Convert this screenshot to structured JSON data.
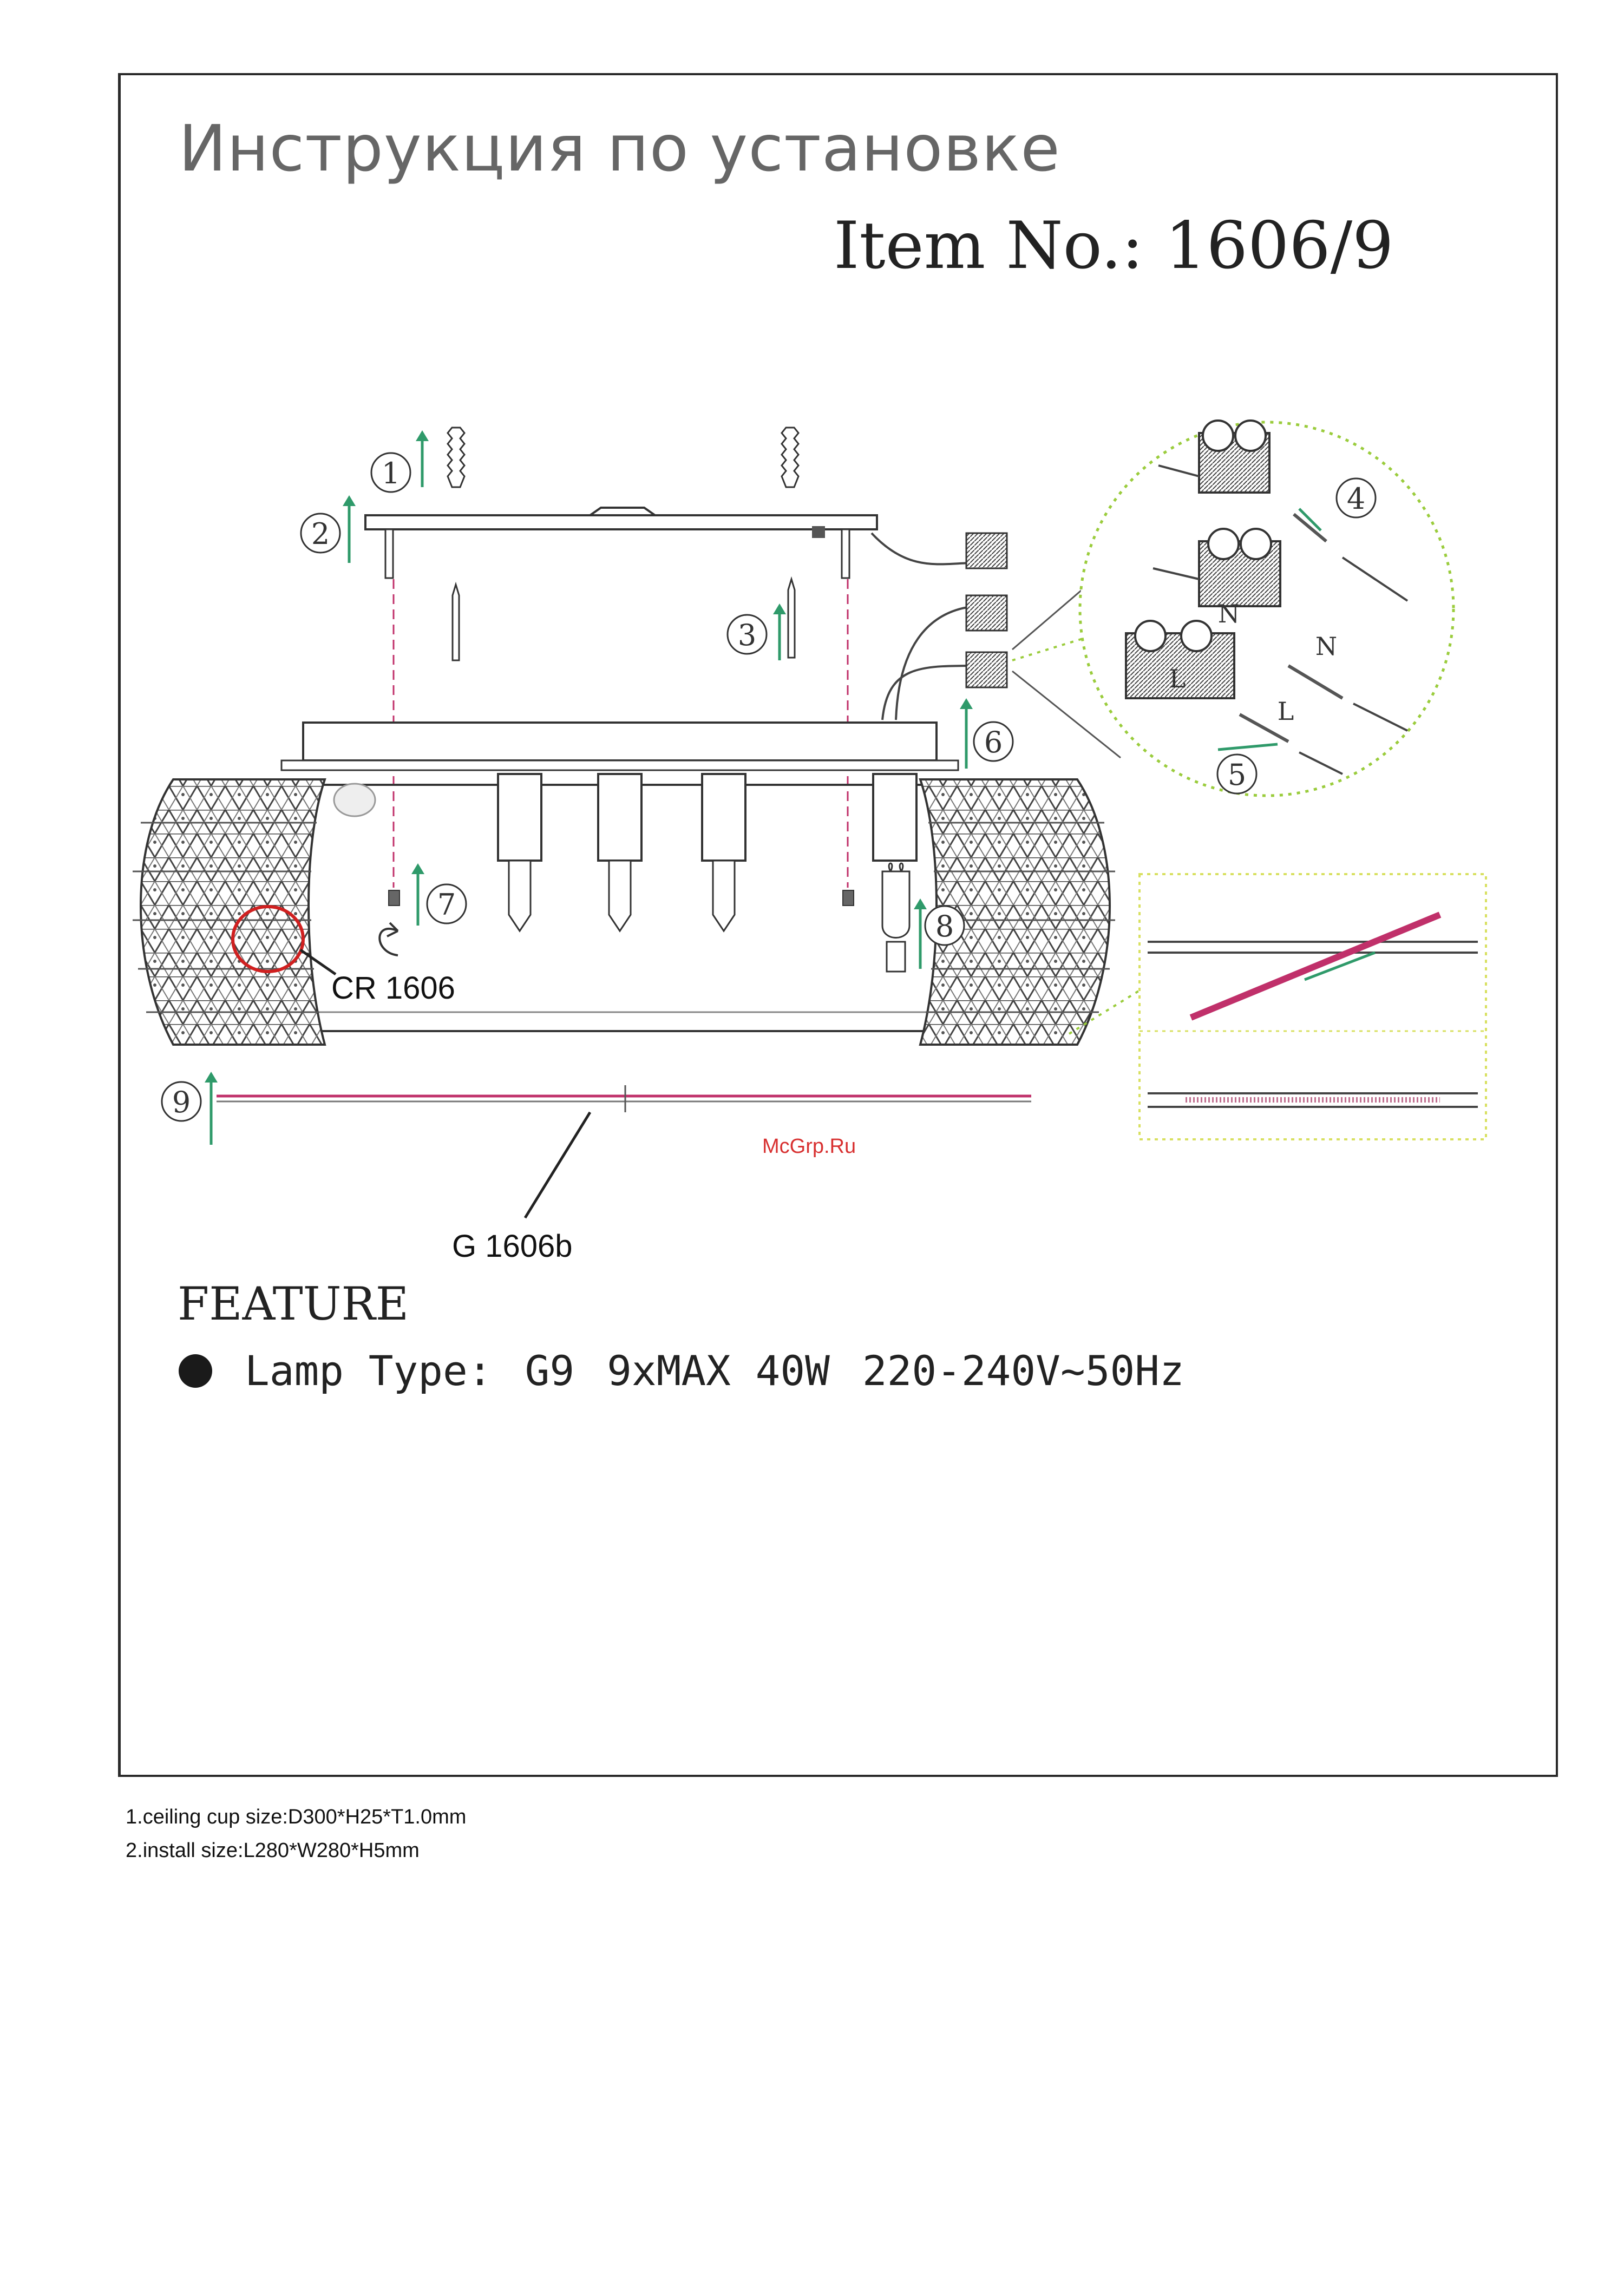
{
  "document": {
    "title": "Инструкция по установке",
    "item_label": "Item No.:",
    "item_value": "1606/9"
  },
  "diagram": {
    "steps": [
      "1",
      "2",
      "3",
      "4",
      "5",
      "6",
      "7",
      "8",
      "9"
    ],
    "part_labels": {
      "crystal": "CR 1606",
      "glass_rod": "G 1606b"
    },
    "terminal_labels": {
      "neutral": "N",
      "live": "L"
    }
  },
  "feature": {
    "heading": "FEATURE",
    "lamp_type_label": "Lamp Type:",
    "lamp_type": "G9",
    "quantity": "9xMAX 40W",
    "voltage": "220-240V~50Hz"
  },
  "notes": [
    "1.ceiling cup size:D300*H25*T1.0mm",
    "2.install size:L280*W280*H5mm"
  ],
  "watermark": "McGrp.Ru",
  "colors": {
    "arrow": "#2f9a6a",
    "highlight": "#d02020",
    "dashed": "#c0306a",
    "ink": "#333333"
  }
}
